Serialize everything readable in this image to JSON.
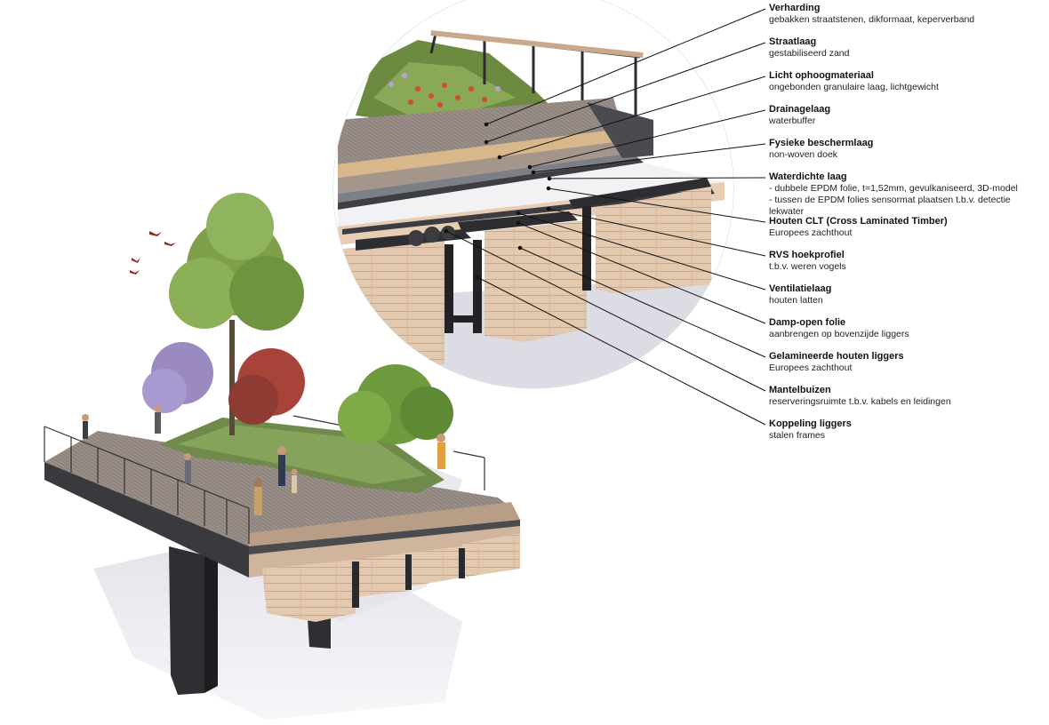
{
  "layers": [
    {
      "name": "Verharding",
      "desc": [
        "gebakken straatstenen, dikformaat, keperverband"
      ]
    },
    {
      "name": "Straatlaag",
      "desc": [
        "gestabiliseerd zand"
      ]
    },
    {
      "name": "Licht ophoogmateriaal",
      "desc": [
        "ongebonden granulaire laag, lichtgewicht"
      ]
    },
    {
      "name": "Drainagelaag",
      "desc": [
        "waterbuffer"
      ]
    },
    {
      "name": "Fysieke beschermlaag",
      "desc": [
        "non-woven doek"
      ]
    },
    {
      "name": "Waterdichte laag",
      "desc": [
        "- dubbele EPDM folie, t=1,52mm, gevulkaniseerd, 3D-model",
        "- tussen de EPDM folies sensormat plaatsen t.b.v. detectie lekwater"
      ]
    },
    {
      "name": "Houten CLT (Cross Laminated Timber)",
      "desc": [
        "Europees zachthout"
      ]
    },
    {
      "name": "RVS hoekprofiel",
      "desc": [
        "t.b.v. weren vogels"
      ]
    },
    {
      "name": "Ventilatielaag",
      "desc": [
        "houten latten"
      ]
    },
    {
      "name": "Damp-open folie",
      "desc": [
        "aanbrengen op bovenzijde liggers"
      ]
    },
    {
      "name": "Gelamineerde houten liggers",
      "desc": [
        "Europees zachthout"
      ]
    },
    {
      "name": "Mantelbuizen",
      "desc": [
        "reserveringsruimte t.b.v. kabels en leidingen"
      ]
    },
    {
      "name": "Koppeling liggers",
      "desc": [
        "stalen frames"
      ]
    }
  ]
}
